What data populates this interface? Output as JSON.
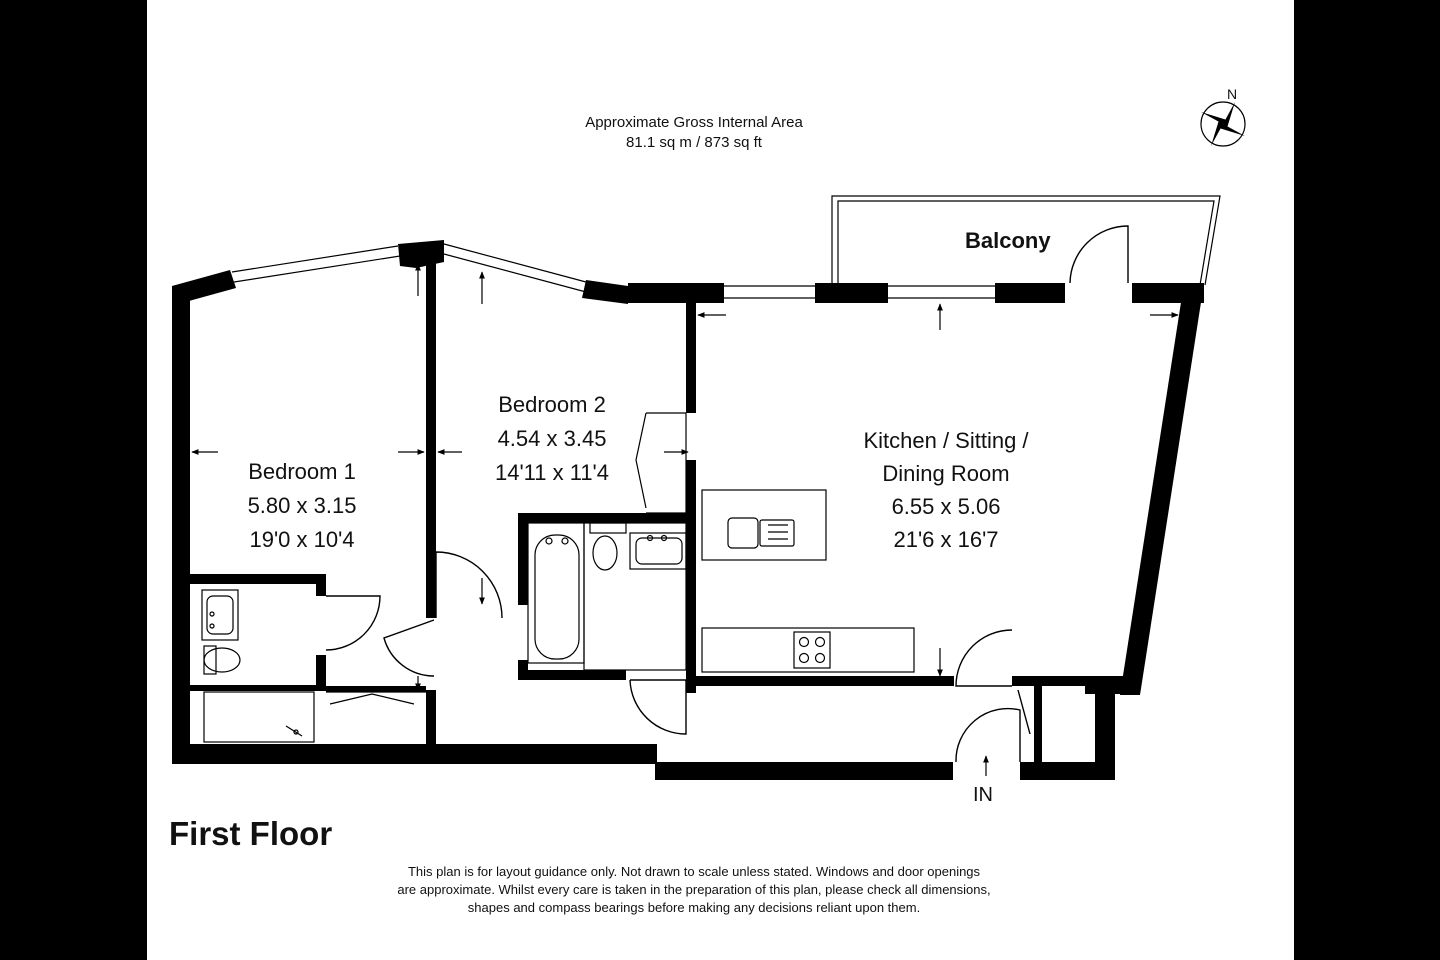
{
  "area": {
    "line1": "Approximate Gross Internal Area",
    "line2": "81.1 sq m / 873 sq ft"
  },
  "compass": {
    "label": "N"
  },
  "rooms": {
    "bedroom1": {
      "name": "Bedroom 1",
      "metric": "5.80 x 3.15",
      "imperial": "19'0 x 10'4"
    },
    "bedroom2": {
      "name": "Bedroom 2",
      "metric": "4.54 x 3.45",
      "imperial": "14'11 x 11'4"
    },
    "kitchen": {
      "name_line1": "Kitchen / Sitting /",
      "name_line2": "Dining Room",
      "metric": "6.55 x 5.06",
      "imperial": "21'6 x 16'7"
    },
    "balcony": {
      "name": "Balcony"
    }
  },
  "entrance": {
    "label": "IN"
  },
  "floor": {
    "label": "First Floor"
  },
  "disclaimer": {
    "line1": "This plan is for layout guidance only. Not drawn to scale unless stated. Windows and door openings",
    "line2": "are approximate. Whilst every care is taken in the preparation of this plan, please check all dimensions,",
    "line3": "shapes and compass bearings before making any decisions reliant upon them."
  },
  "colors": {
    "wall": "#000000",
    "paper": "#ffffff",
    "ink": "#111111"
  }
}
